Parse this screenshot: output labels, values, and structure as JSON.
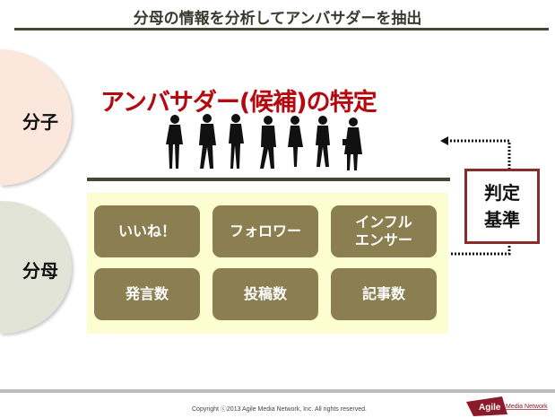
{
  "title": "分母の情報を分析してアンバサダーを抽出",
  "numerator_label": "分子",
  "denominator_label": "分母",
  "heading": "アンバサダー(候補)の特定",
  "criteria_label": "判定\n基準",
  "metrics": [
    "いいね！",
    "フォロワー",
    "インフル\nエンサー",
    "発言数",
    "投稿数",
    "記事数"
  ],
  "footer": {
    "copyright": "Copyright ⓒ2013 Agile Media Network, Inc. All rights reserved.",
    "logo_main": "Agile",
    "logo_sub": "Media Network"
  },
  "colors": {
    "accent": "#b3090f",
    "button": "#8b7e50",
    "panel": "#fdfdd2",
    "criteria_border": "#8b2c2c"
  }
}
